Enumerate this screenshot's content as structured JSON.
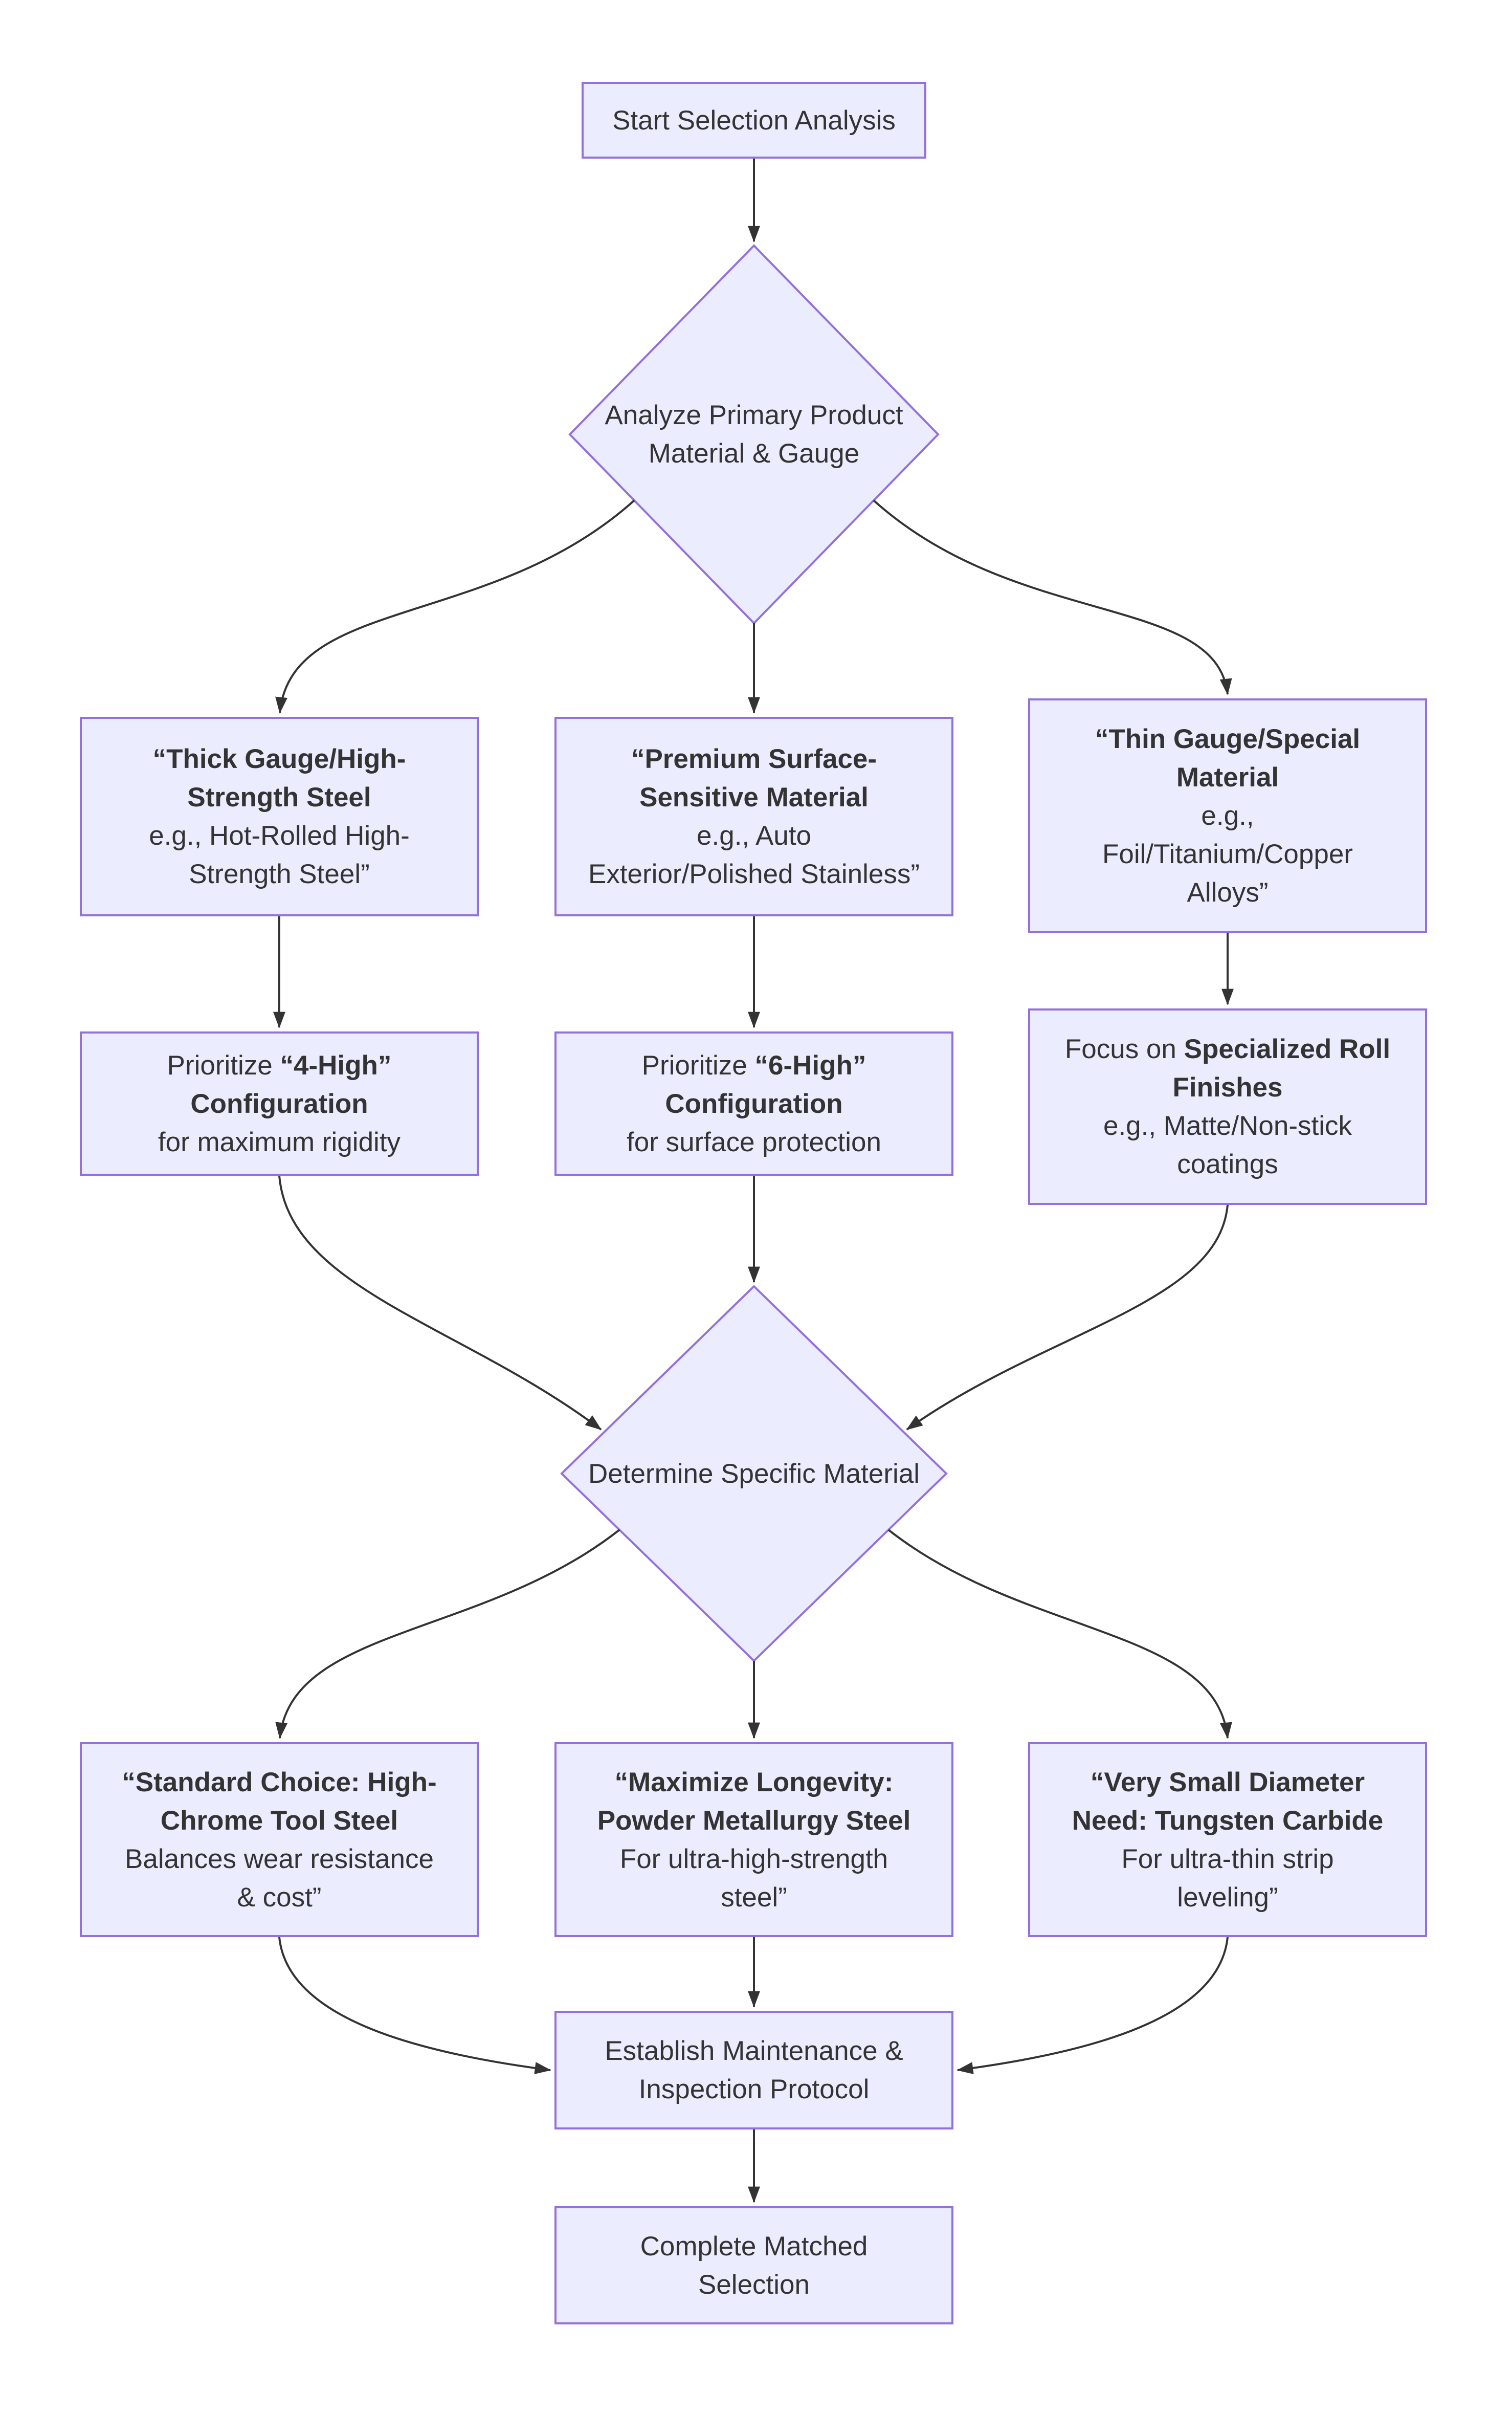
{
  "theme": {
    "background": "#FFFFFF",
    "node_fill": "#ECECFF",
    "node_border": "#9370DB",
    "edge_color": "#333333",
    "text_color": "#333333"
  },
  "nodes": {
    "start": {
      "shape": "rect",
      "lines": [
        [
          {
            "t": "Start Selection Analysis",
            "b": false
          }
        ]
      ]
    },
    "analyze": {
      "shape": "diamond",
      "lines": [
        [
          {
            "t": "Analyze Primary Product",
            "b": false
          }
        ],
        [
          {
            "t": "Material & Gauge",
            "b": false
          }
        ]
      ]
    },
    "thick": {
      "shape": "rect",
      "lines": [
        [
          {
            "t": "“Thick Gauge/High-",
            "b": true
          }
        ],
        [
          {
            "t": "Strength Steel",
            "b": true
          }
        ],
        [
          {
            "t": "e.g., Hot-Rolled High-",
            "b": false
          }
        ],
        [
          {
            "t": "Strength Steel”",
            "b": false
          }
        ]
      ]
    },
    "premium": {
      "shape": "rect",
      "lines": [
        [
          {
            "t": "“Premium Surface-",
            "b": true
          }
        ],
        [
          {
            "t": "Sensitive Material",
            "b": true
          }
        ],
        [
          {
            "t": "e.g., Auto",
            "b": false
          }
        ],
        [
          {
            "t": "Exterior/Polished Stainless”",
            "b": false
          }
        ]
      ]
    },
    "thin": {
      "shape": "rect",
      "lines": [
        [
          {
            "t": "“Thin Gauge/Special",
            "b": true
          }
        ],
        [
          {
            "t": "Material",
            "b": true
          }
        ],
        [
          {
            "t": "e.g.,",
            "b": false
          }
        ],
        [
          {
            "t": "Foil/Titanium/Copper",
            "b": false
          }
        ],
        [
          {
            "t": "Alloys”",
            "b": false
          }
        ]
      ]
    },
    "fourHigh": {
      "shape": "rect",
      "lines": [
        [
          {
            "t": "Prioritize ",
            "b": false
          },
          {
            "t": "“4-High”",
            "b": true
          }
        ],
        [
          {
            "t": "Configuration",
            "b": true
          }
        ],
        [
          {
            "t": "for maximum rigidity",
            "b": false
          }
        ]
      ]
    },
    "sixHigh": {
      "shape": "rect",
      "lines": [
        [
          {
            "t": "Prioritize ",
            "b": false
          },
          {
            "t": "“6-High”",
            "b": true
          }
        ],
        [
          {
            "t": "Configuration",
            "b": true
          }
        ],
        [
          {
            "t": "for surface protection",
            "b": false
          }
        ]
      ]
    },
    "focus": {
      "shape": "rect",
      "lines": [
        [
          {
            "t": "Focus on ",
            "b": false
          },
          {
            "t": "Specialized Roll",
            "b": true
          }
        ],
        [
          {
            "t": "Finishes",
            "b": true
          }
        ],
        [
          {
            "t": "e.g., Matte/Non-stick",
            "b": false
          }
        ],
        [
          {
            "t": "coatings",
            "b": false
          }
        ]
      ]
    },
    "determine": {
      "shape": "diamond",
      "lines": [
        [
          {
            "t": "Determine Specific Material",
            "b": false
          }
        ]
      ]
    },
    "standard": {
      "shape": "rect",
      "lines": [
        [
          {
            "t": "“Standard Choice: High-",
            "b": true
          }
        ],
        [
          {
            "t": "Chrome Tool Steel",
            "b": true
          }
        ],
        [
          {
            "t": "Balances wear resistance",
            "b": false
          }
        ],
        [
          {
            "t": "& cost”",
            "b": false
          }
        ]
      ]
    },
    "maximize": {
      "shape": "rect",
      "lines": [
        [
          {
            "t": "“Maximize Longevity:",
            "b": true
          }
        ],
        [
          {
            "t": "Powder Metallurgy Steel",
            "b": true
          }
        ],
        [
          {
            "t": "For ultra-high-strength",
            "b": false
          }
        ],
        [
          {
            "t": "steel”",
            "b": false
          }
        ]
      ]
    },
    "verySmall": {
      "shape": "rect",
      "lines": [
        [
          {
            "t": "“Very Small Diameter",
            "b": true
          }
        ],
        [
          {
            "t": "Need: Tungsten Carbide",
            "b": true
          }
        ],
        [
          {
            "t": "For ultra-thin strip",
            "b": false
          }
        ],
        [
          {
            "t": "leveling”",
            "b": false
          }
        ]
      ]
    },
    "establish": {
      "shape": "rect",
      "lines": [
        [
          {
            "t": "Establish Maintenance &",
            "b": false
          }
        ],
        [
          {
            "t": "Inspection Protocol",
            "b": false
          }
        ]
      ]
    },
    "complete": {
      "shape": "rect",
      "lines": [
        [
          {
            "t": "Complete Matched",
            "b": false
          }
        ],
        [
          {
            "t": "Selection",
            "b": false
          }
        ]
      ]
    }
  },
  "edges": [
    {
      "from": "start",
      "to": "analyze"
    },
    {
      "from": "analyze",
      "to": "thick"
    },
    {
      "from": "analyze",
      "to": "premium"
    },
    {
      "from": "analyze",
      "to": "thin"
    },
    {
      "from": "thick",
      "to": "fourHigh"
    },
    {
      "from": "premium",
      "to": "sixHigh"
    },
    {
      "from": "thin",
      "to": "focus"
    },
    {
      "from": "fourHigh",
      "to": "determine"
    },
    {
      "from": "sixHigh",
      "to": "determine"
    },
    {
      "from": "focus",
      "to": "determine"
    },
    {
      "from": "determine",
      "to": "standard"
    },
    {
      "from": "determine",
      "to": "maximize"
    },
    {
      "from": "determine",
      "to": "verySmall"
    },
    {
      "from": "standard",
      "to": "establish"
    },
    {
      "from": "maximize",
      "to": "establish"
    },
    {
      "from": "verySmall",
      "to": "establish"
    },
    {
      "from": "establish",
      "to": "complete"
    }
  ]
}
